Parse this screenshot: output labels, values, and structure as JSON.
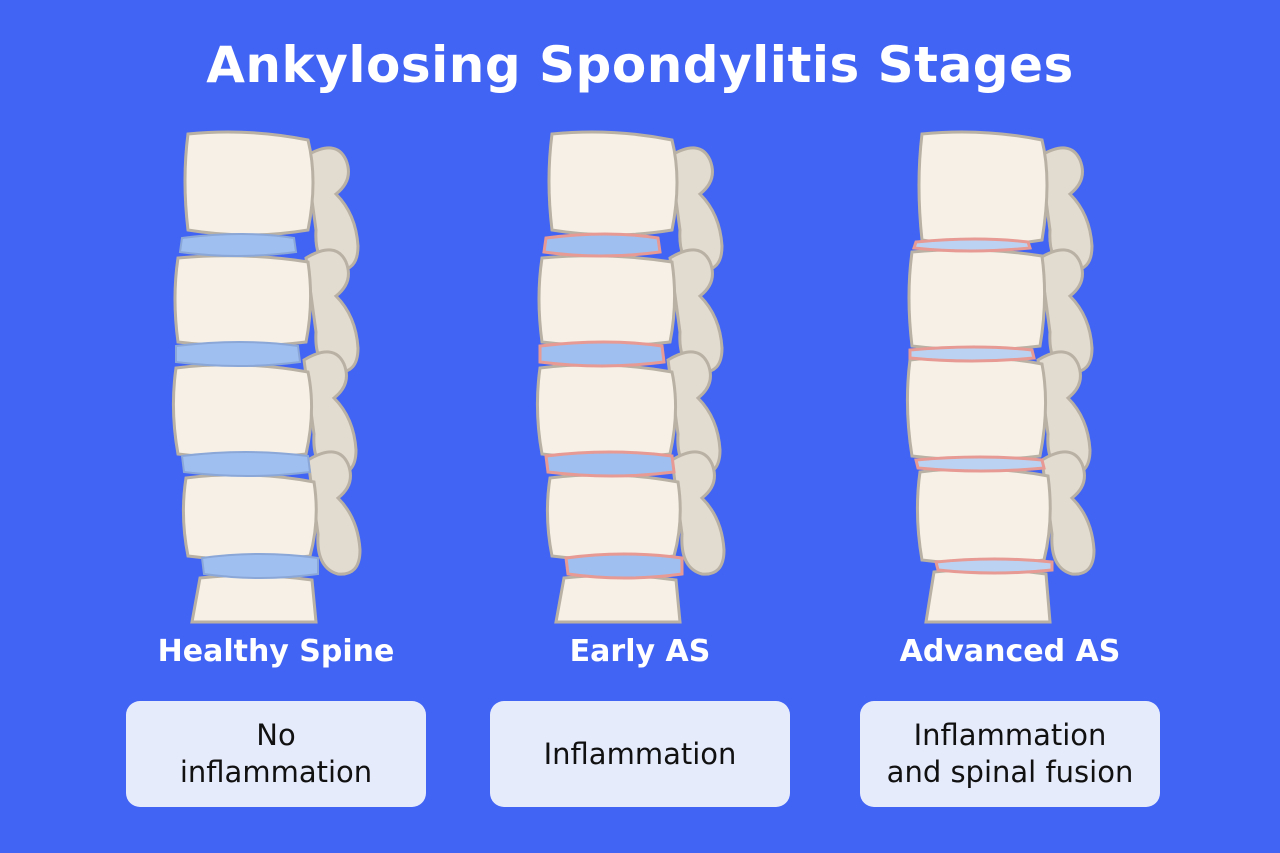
{
  "title": "Ankylosing Spondylitis Stages",
  "colors": {
    "background": "#4264f4",
    "bone": "#f6f0e6",
    "bone_shadow": "#d9d2c6",
    "bone_outline": "#b9b1a4",
    "disc": "#9fbff0",
    "inflammation": "#e79a93",
    "box": "#e6ebfc"
  },
  "stages": [
    {
      "label": "Healthy Spine",
      "description": [
        "No",
        "inflammation"
      ],
      "icon": "spine-healthy-icon"
    },
    {
      "label": "Early AS",
      "description": [
        "Inflammation"
      ],
      "icon": "spine-early-as-icon"
    },
    {
      "label": "Advanced AS",
      "description": [
        "Inflammation",
        "and spinal fusion"
      ],
      "icon": "spine-advanced-as-icon"
    }
  ]
}
